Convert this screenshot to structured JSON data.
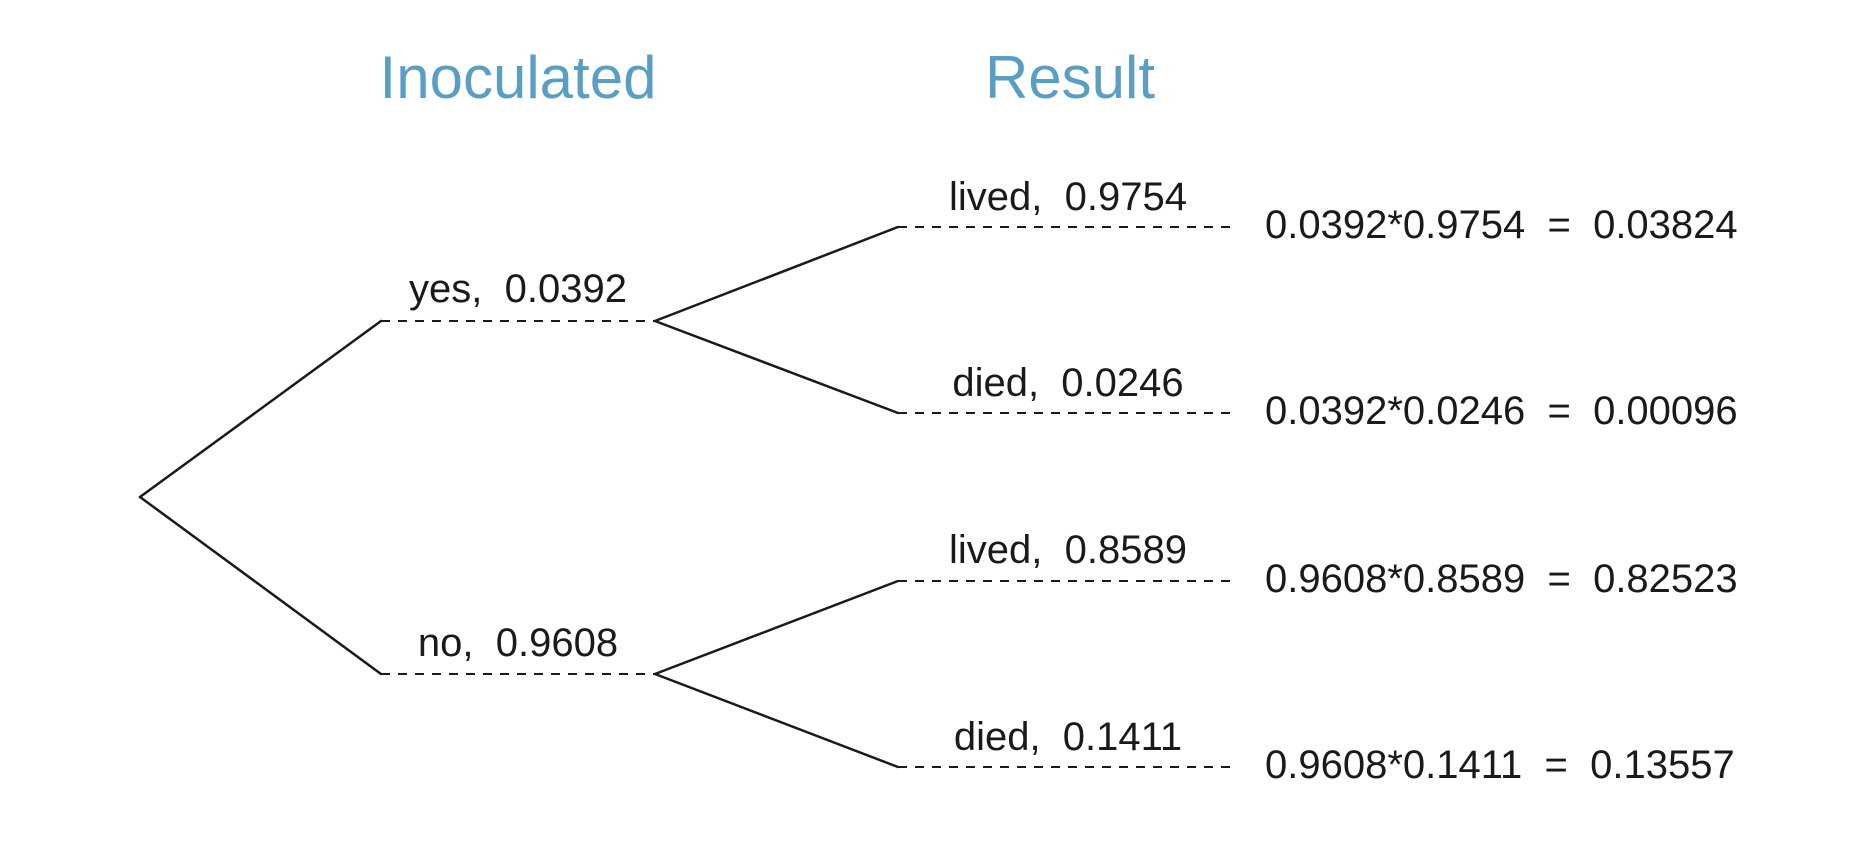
{
  "headers": {
    "first": "Inoculated",
    "second": "Result"
  },
  "branches": {
    "yes": "yes,  0.0392",
    "no": "no,  0.9608"
  },
  "outcomes": [
    {
      "label": "lived,  0.9754",
      "product": "0.0392*0.9754  =  0.03824"
    },
    {
      "label": "died,  0.0246",
      "product": "0.0392*0.0246  =  0.00096"
    },
    {
      "label": "lived,  0.8589",
      "product": "0.9608*0.8589  =  0.82523"
    },
    {
      "label": "died,  0.1411",
      "product": "0.9608*0.1411  =  0.13557"
    }
  ]
}
